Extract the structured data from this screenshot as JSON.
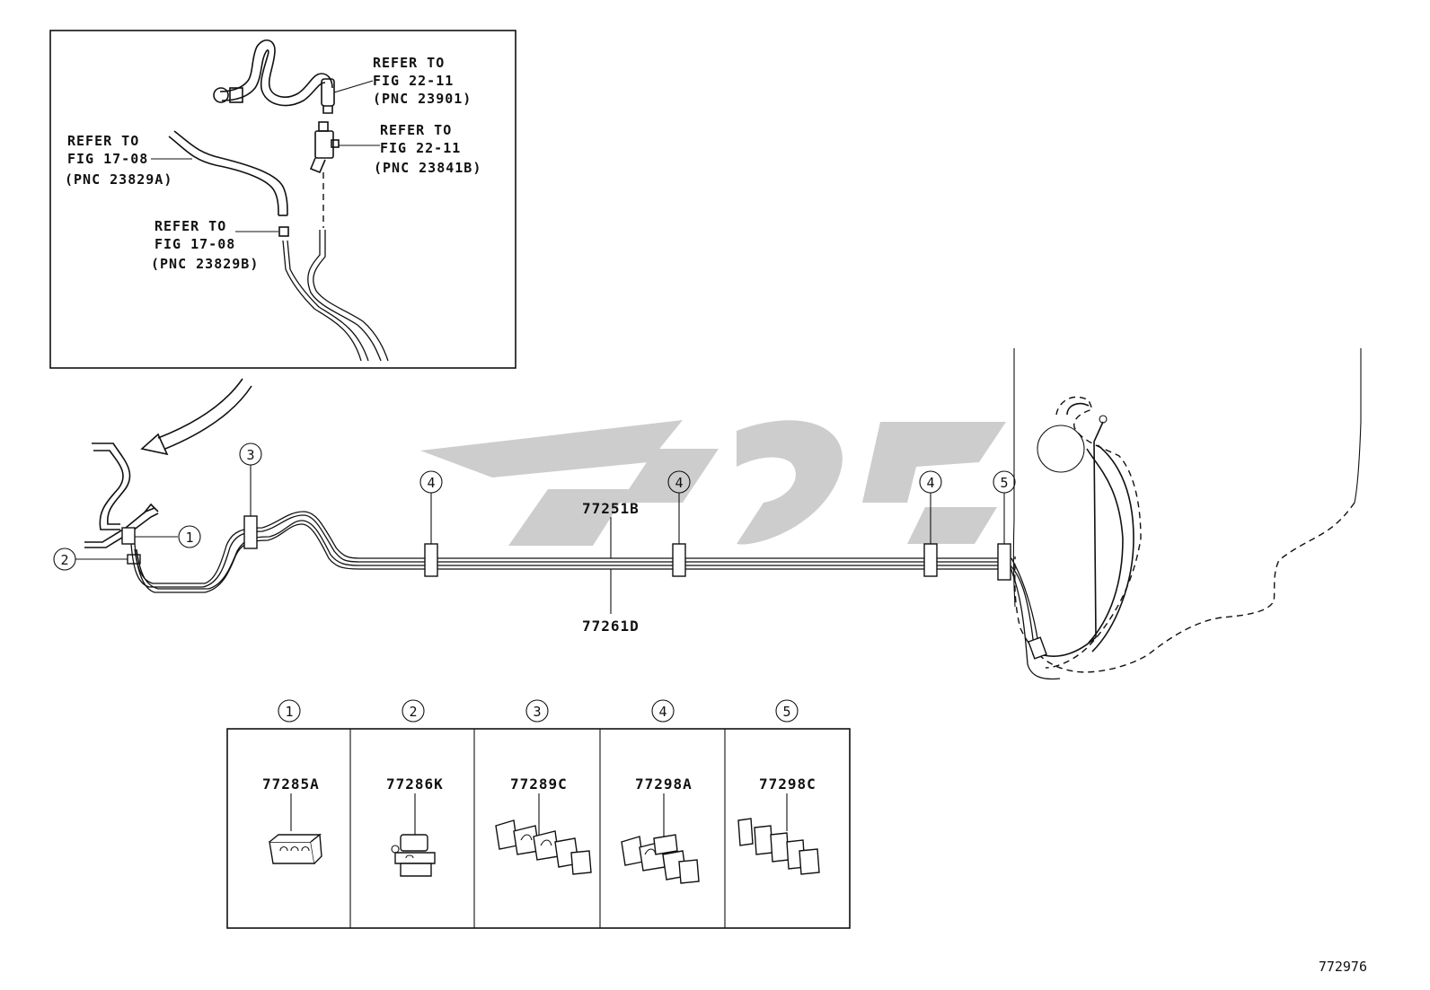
{
  "inset_refs": [
    {
      "id": "ref-23901",
      "lines": [
        "REFER TO",
        "FIG 22-11",
        "(PNC 23901)"
      ]
    },
    {
      "id": "ref-23841b",
      "lines": [
        "REFER TO",
        "FIG 22-11",
        "(PNC 23841B)"
      ]
    },
    {
      "id": "ref-23829a",
      "lines": [
        "REFER TO",
        "FIG 17-08",
        "(PNC 23829A)"
      ]
    },
    {
      "id": "ref-23829b",
      "lines": [
        "REFER TO",
        "FIG 17-08",
        "(PNC 23829B)"
      ]
    }
  ],
  "main_parts": {
    "upper": "77251B",
    "lower": "77261D"
  },
  "callouts": [
    "1",
    "2",
    "3",
    "4",
    "5"
  ],
  "legend": [
    {
      "index": "1",
      "part": "77285A"
    },
    {
      "index": "2",
      "part": "77286K"
    },
    {
      "index": "3",
      "part": "77289C"
    },
    {
      "index": "4",
      "part": "77298A"
    },
    {
      "index": "5",
      "part": "77298C"
    }
  ],
  "figure_id": "772976"
}
